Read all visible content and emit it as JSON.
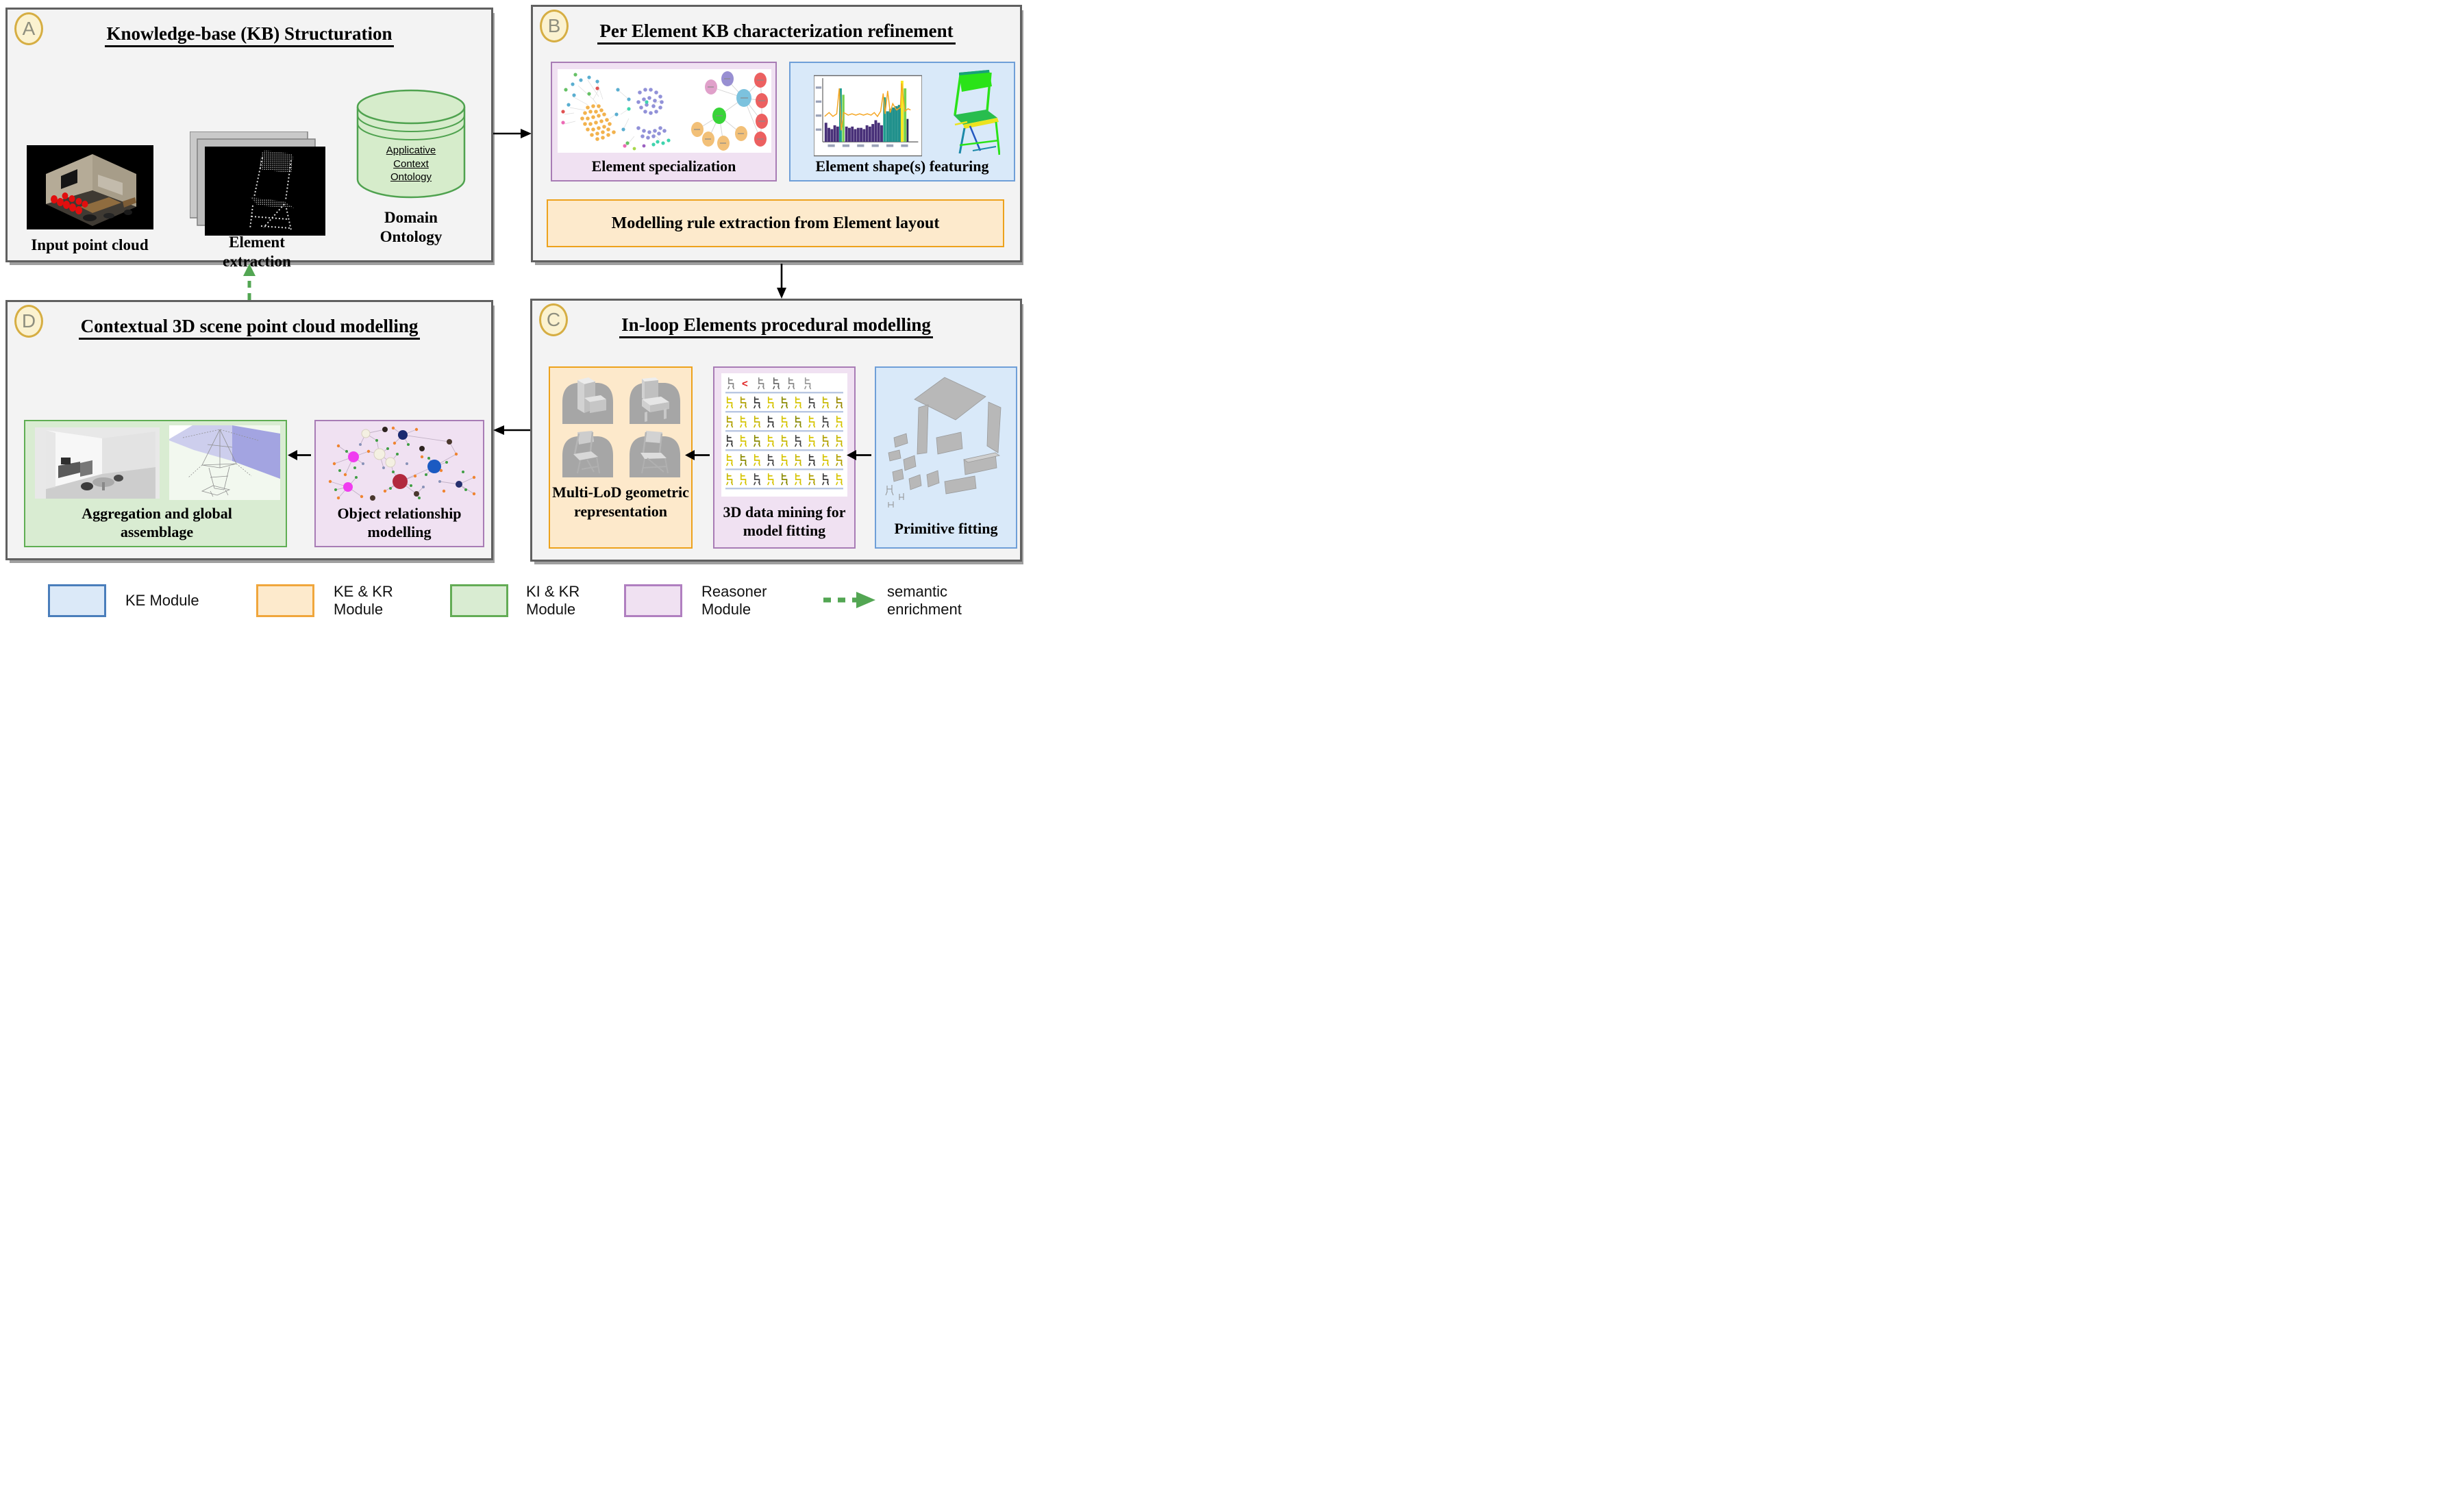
{
  "diagram": {
    "panels": {
      "a": {
        "badge": "A",
        "title": "Knowledge-base (KB) Structuration",
        "figures": {
          "input": {
            "caption": "Input point cloud"
          },
          "extraction": {
            "caption": "Element extraction"
          },
          "ontology": {
            "db_label": "Applicative Context Ontology",
            "caption": "Domain Ontology"
          }
        }
      },
      "b": {
        "badge": "B",
        "title": "Per Element KB characterization refinement",
        "specialization": {
          "caption": "Element specialization"
        },
        "shapes": {
          "caption": "Element shape(s) featuring"
        },
        "rule_bar": {
          "label": "Modelling rule extraction from Element layout"
        }
      },
      "c": {
        "badge": "C",
        "title": "In-loop Elements procedural modelling",
        "multilod": {
          "caption": "Multi-LoD geometric representation"
        },
        "mining": {
          "caption": "3D data mining for model fitting",
          "annotation": "<"
        },
        "primitive": {
          "caption": "Primitive fitting"
        }
      },
      "d": {
        "badge": "D",
        "title": "Contextual 3D scene point cloud modelling",
        "aggregation": {
          "caption": "Aggregation and global assemblage"
        },
        "relationship": {
          "caption": "Object relationship modelling"
        }
      }
    },
    "legend": {
      "items": [
        {
          "label": "KE Module",
          "fill": "#dbe9f8",
          "border": "#4a7ebb"
        },
        {
          "label": "KE & KR Module",
          "fill": "#fdeacc",
          "border": "#f0a63c"
        },
        {
          "label": "KI & KR Module",
          "fill": "#d9ecd2",
          "border": "#63ac55"
        },
        {
          "label": "Reasoner Module",
          "fill": "#f0e1f2",
          "border": "#b07fc0"
        }
      ],
      "arrow": {
        "label": "semantic enrichment",
        "color": "#53a653"
      }
    },
    "colors": {
      "panel_bg": "#f3f3f3",
      "panel_border": "#606060",
      "badge_fill": "#fbf2d0",
      "badge_border": "#d6ae43",
      "flow_arrow": "#000000"
    }
  }
}
